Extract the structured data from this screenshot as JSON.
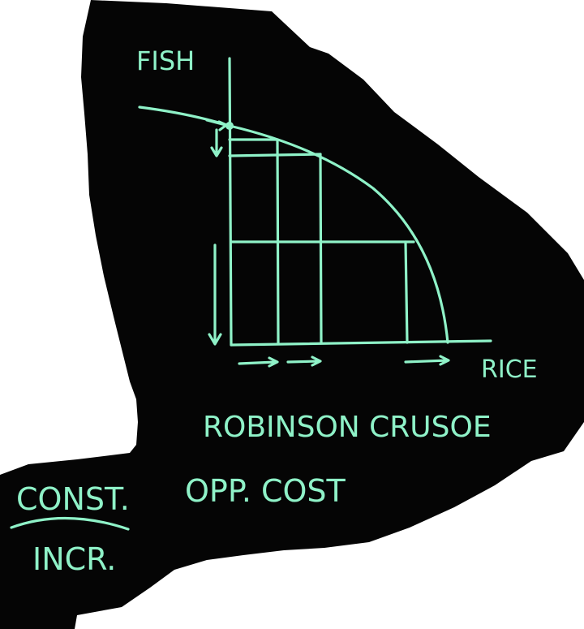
{
  "colors": {
    "board": "#050505",
    "chalk": "#8ff2c8",
    "background": "#ffffff"
  },
  "diagram": {
    "y_axis_label": "FISH",
    "x_axis_label": "RICE",
    "title": "ROBINSON CRUSOE",
    "notes": {
      "struck_word": "CONST.",
      "concept": "OPP. COST",
      "replacement": "INCR."
    }
  }
}
